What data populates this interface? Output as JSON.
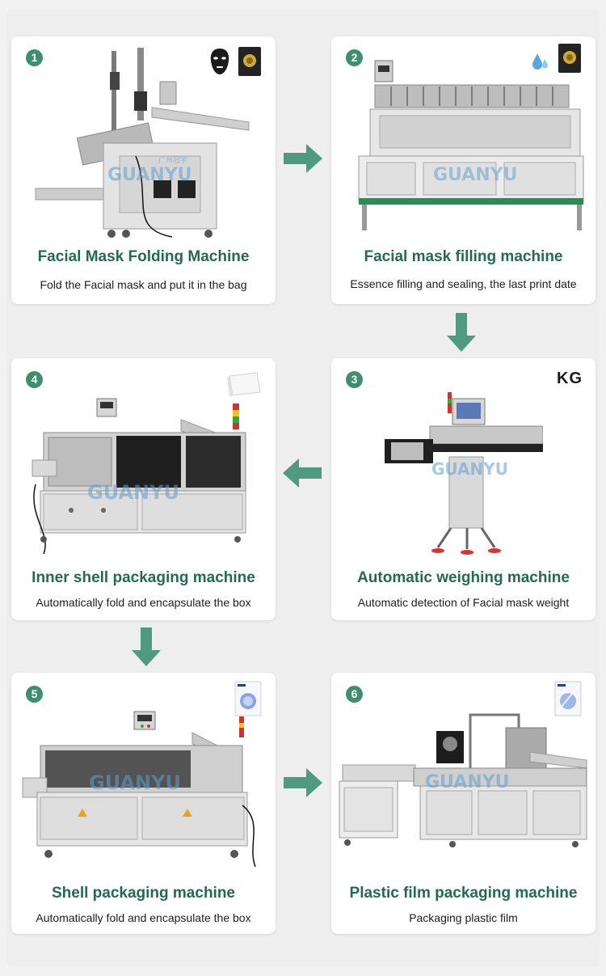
{
  "steps": [
    {
      "number": "1",
      "title": "Facial Mask Folding Machine",
      "desc": "Fold the Facial mask and put it in the bag"
    },
    {
      "number": "2",
      "title": "Facial mask filling machine",
      "desc": "Essence filling and sealing, the last print date"
    },
    {
      "number": "3",
      "title": "Automatic weighing machine",
      "desc": "Automatic detection of Facial mask weight",
      "badge": "KG"
    },
    {
      "number": "4",
      "title": "Inner shell packaging machine",
      "desc": "Automatically fold and encapsulate the box"
    },
    {
      "number": "5",
      "title": "Shell packaging machine",
      "desc": "Automatically fold and encapsulate the box"
    },
    {
      "number": "6",
      "title": "Plastic film packaging machine",
      "desc": "Packaging plastic film"
    }
  ],
  "watermark": {
    "brand": "GUANYU",
    "cn": "广州冠宇"
  },
  "colors": {
    "accent": "#3e8f6e",
    "title": "#236b50",
    "arrow": "#4f9a80"
  }
}
